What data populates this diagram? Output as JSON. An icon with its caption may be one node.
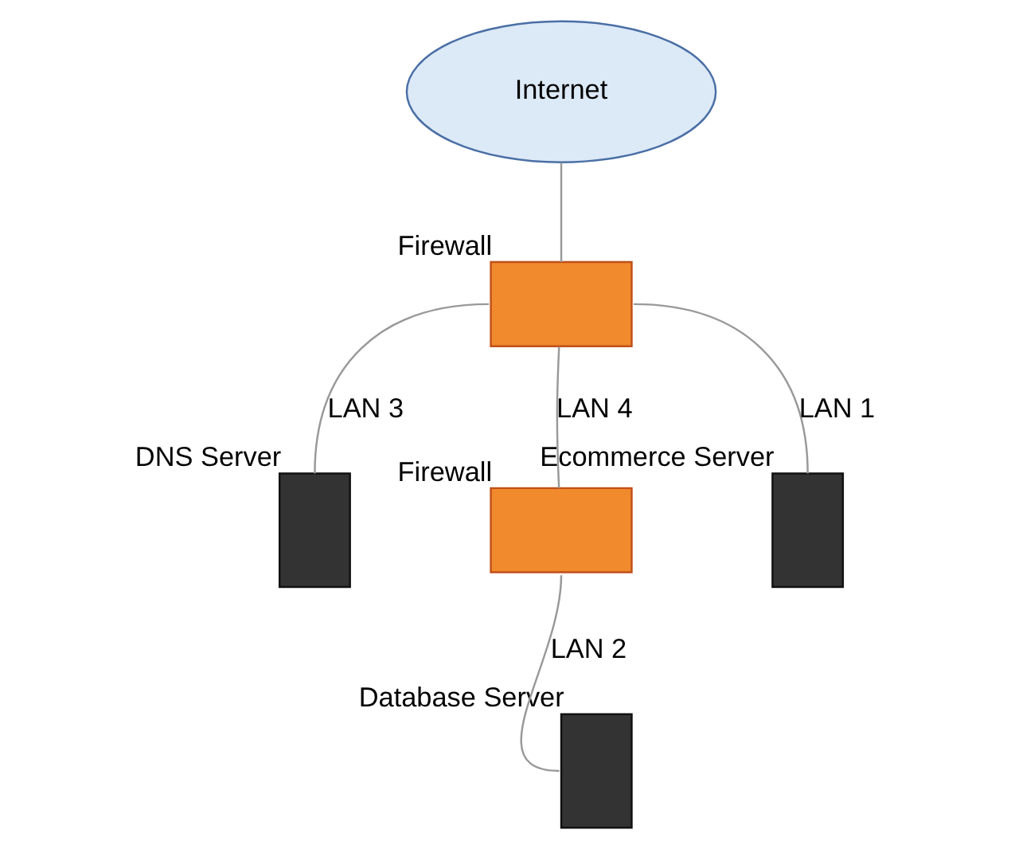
{
  "diagram": {
    "nodes": [
      {
        "text": [
          "Internet"
        ]
      },
      {
        "text": [],
        "shape": "box",
        "beside": [
          "Firewall"
        ]
      },
      {
        "text": [],
        "shape": "box",
        "beside": [
          "DNS Server"
        ]
      },
      {
        "text": [],
        "shape": "box",
        "beside": [
          "Ecommerce Server"
        ]
      },
      {
        "text": [],
        "shape": "box",
        "beside": [
          "Firewall"
        ]
      },
      {
        "text": [],
        "shape": "box",
        "beside": [
          "Database Server"
        ]
      }
    ],
    "edges": [
      {
        "from": 0,
        "to": 1,
        "arrow": "none"
      },
      {
        "from": 1,
        "to": 2,
        "arrow": "none",
        "label": "LAN 3"
      },
      {
        "from": 1,
        "to": 3,
        "arrow": "none",
        "label": "LAN 1"
      },
      {
        "from": 1,
        "to": 4,
        "arrow": "none",
        "label": "LAN 4"
      },
      {
        "from": 4,
        "to": 5,
        "arrow": "none",
        "label": "LAN 2"
      }
    ]
  }
}
